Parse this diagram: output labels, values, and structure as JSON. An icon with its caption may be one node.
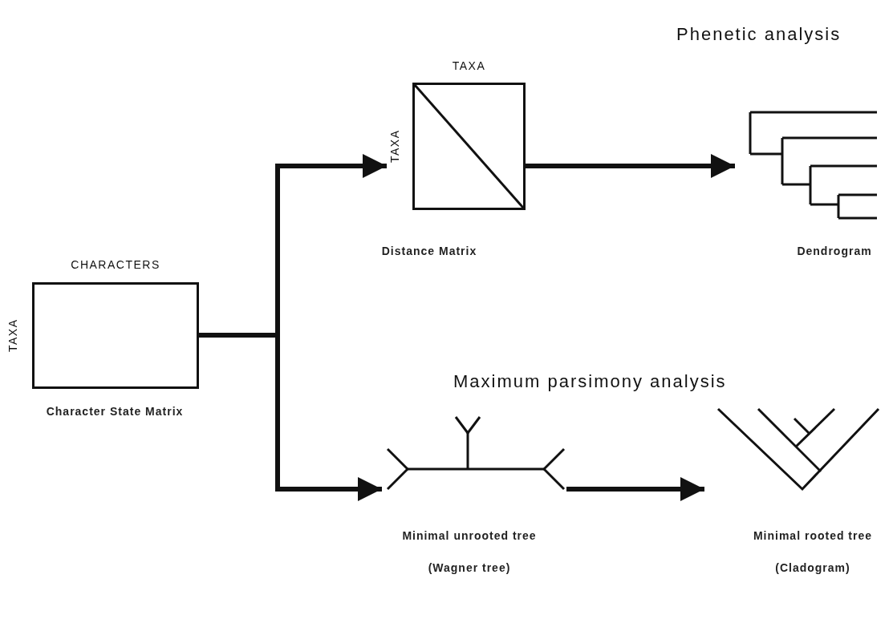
{
  "diagram": {
    "nodes": [
      {
        "text": [
          "CHARACTERS",
          "TAXA"
        ],
        "beside": [
          "Character State Matrix"
        ]
      },
      {
        "text": [
          "TAXA",
          "TAXA"
        ],
        "beside": [
          "Distance Matrix"
        ]
      },
      {
        "text": [],
        "shape": "picture",
        "beside": [
          "Dendrogram"
        ]
      },
      {
        "text": [],
        "shape": "picture",
        "beside": [
          "Minimal unrooted tree",
          "(Wagner tree)"
        ]
      },
      {
        "text": [],
        "shape": "picture",
        "beside": [
          "Minimal rooted tree",
          "(Cladogram)"
        ]
      }
    ],
    "edges": [
      {
        "from": 0,
        "to": 1,
        "arrow": "to"
      },
      {
        "from": 0,
        "to": 3,
        "arrow": "to"
      },
      {
        "from": 1,
        "to": 2,
        "arrow": "to"
      },
      {
        "from": 3,
        "to": 4,
        "arrow": "to"
      }
    ],
    "labels": [
      "Phenetic analysis",
      "Maximum parsimony analysis"
    ]
  }
}
